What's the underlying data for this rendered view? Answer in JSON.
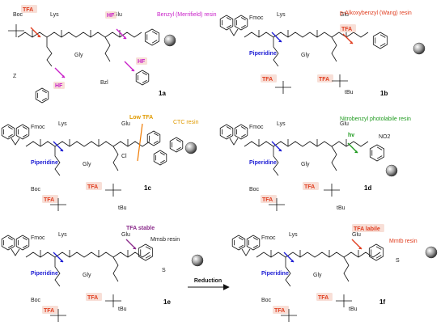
{
  "colors": {
    "tfa": "#e03c1e",
    "hf": "#c81ec8",
    "piperidine": "#1c1cd4",
    "low_tfa": "#e09a00",
    "photo": "#1e9a1e",
    "tfa_stable": "#8a2a8a",
    "cut_orange": "#f07a00",
    "highlight": "#f7d9d0"
  },
  "panels": [
    {
      "id": "1a",
      "compound_label": "1a",
      "resin_label": "Benzyl (Merrifield) resin",
      "resin_color": "#c81ec8",
      "n_protecting": "Boc",
      "residues": [
        "Lys",
        "Gly",
        "Glu"
      ],
      "side_labels": [
        "Z",
        "Bzl"
      ],
      "cleavage_labels": [
        "TFA",
        "HF",
        "HF",
        "HF"
      ]
    },
    {
      "id": "1b",
      "compound_label": "1b",
      "resin_label": "p-Alkoxybenzyl (Wang) resin",
      "resin_color": "#e03c1e",
      "n_protecting": "Fmoc",
      "residues": [
        "Lys",
        "Gly",
        "Glu"
      ],
      "side_labels": [
        "tBu"
      ],
      "cleavage_labels": [
        "Piperidine",
        "TFA",
        "TFA",
        "TFA"
      ]
    },
    {
      "id": "1c",
      "compound_label": "1c",
      "resin_label": "CTC resin",
      "resin_color": "#e09a00",
      "n_protecting": "Fmoc",
      "residues": [
        "Lys",
        "Gly",
        "Glu"
      ],
      "side_labels": [
        "Boc",
        "tBu"
      ],
      "extra_label": "Cl",
      "cleavage_labels": [
        "Low TFA",
        "Piperidine",
        "TFA",
        "TFA"
      ]
    },
    {
      "id": "1d",
      "compound_label": "1d",
      "resin_label": "Nitrobenzyl photolabile resin",
      "resin_color": "#1e9a1e",
      "n_protecting": "Fmoc",
      "residues": [
        "Lys",
        "Gly",
        "Glu"
      ],
      "side_labels": [
        "Boc",
        "tBu"
      ],
      "extra_label": "NO2",
      "cleavage_labels": [
        "hv",
        "Piperidine",
        "TFA",
        "TFA"
      ]
    },
    {
      "id": "1e",
      "compound_label": "1e",
      "resin_label": "Mmsb resin",
      "resin_color": "#222222",
      "n_protecting": "Fmoc",
      "residues": [
        "Lys",
        "Gly",
        "Glu"
      ],
      "side_labels": [
        "Boc",
        "tBu"
      ],
      "extra_label": "S",
      "cleavage_labels": [
        "TFA stable",
        "Piperidine",
        "TFA",
        "TFA"
      ]
    },
    {
      "id": "1f",
      "compound_label": "1f",
      "resin_label": "Mmtb resin",
      "resin_color": "#e03c1e",
      "n_protecting": "Fmoc",
      "residues": [
        "Lys",
        "Gly",
        "Glu"
      ],
      "side_labels": [
        "Boc",
        "tBu"
      ],
      "extra_label": "S",
      "cleavage_labels": [
        "TFA labile",
        "Piperidine",
        "TFA",
        "TFA"
      ]
    }
  ],
  "reaction": {
    "label": "Reduction"
  }
}
